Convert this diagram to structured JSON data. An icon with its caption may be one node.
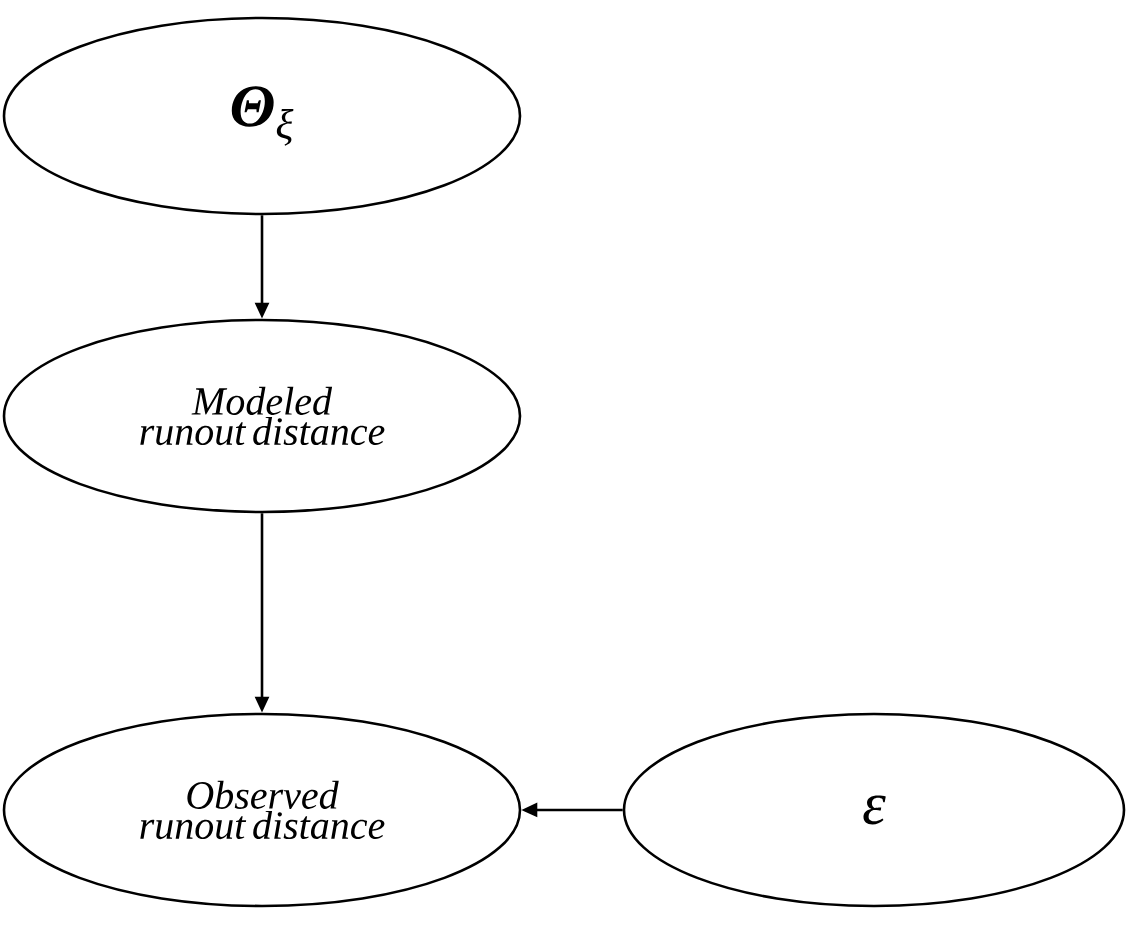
{
  "diagram": {
    "nodes": [
      {
        "text": [
          "**Θ**$_{ξ}$"
        ]
      },
      {
        "text": [
          "Modeled runout distance"
        ]
      },
      {
        "text": [
          "Observed runout distance"
        ]
      },
      {
        "text": [
          "ε"
        ]
      }
    ],
    "edges": [
      {
        "from": 0,
        "to": 1,
        "arrow": "to"
      },
      {
        "from": 1,
        "to": 2,
        "arrow": "to"
      },
      {
        "from": 3,
        "to": 2,
        "arrow": "to"
      }
    ]
  }
}
